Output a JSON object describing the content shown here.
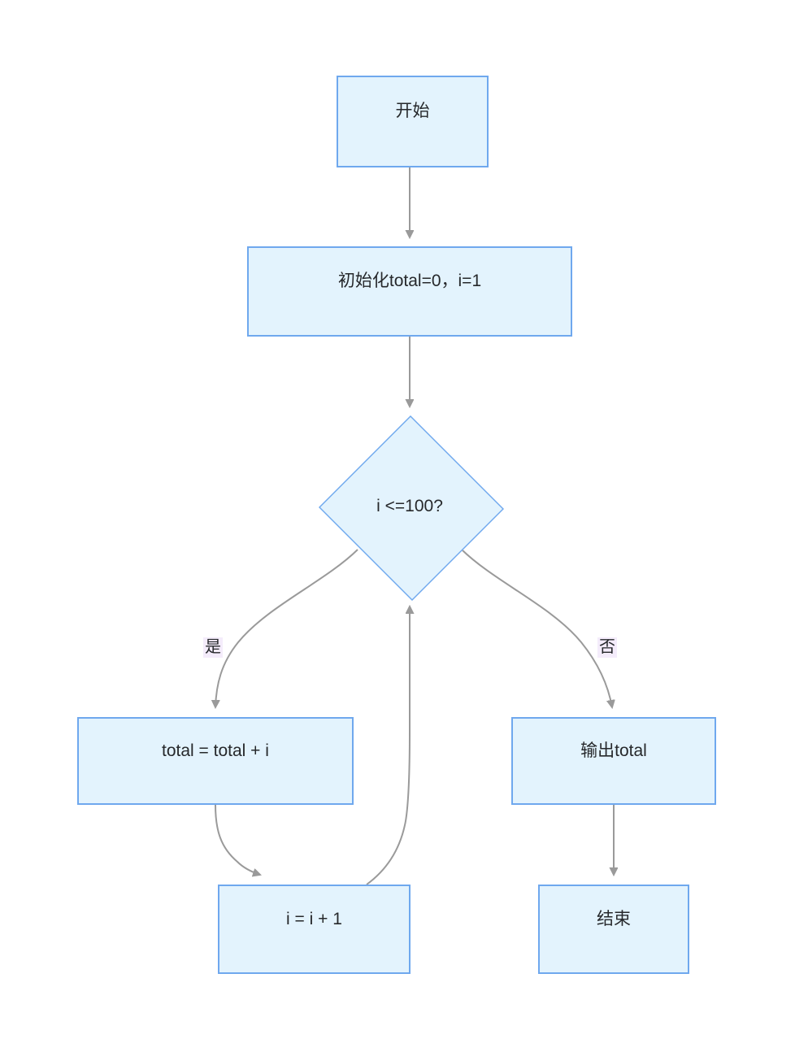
{
  "diagram": {
    "title": "",
    "type": "flowchart",
    "direction": "top-down",
    "theme": {
      "node_fill": "#e3f3fd",
      "node_stroke": "#6fa8ee",
      "edge_stroke": "#9a9a9a",
      "text_color": "#26282b",
      "edge_label_background": "#f4ecfb",
      "canvas_background": "#ffffff"
    },
    "nodes": [
      {
        "id": "start",
        "label": "开始",
        "shape": "rectangle"
      },
      {
        "id": "init",
        "label": "初始化total=0，i=1",
        "shape": "rectangle"
      },
      {
        "id": "cond",
        "label": "i <=100?",
        "shape": "diamond"
      },
      {
        "id": "accum",
        "label": "total = total + i",
        "shape": "rectangle"
      },
      {
        "id": "output",
        "label": "输出total",
        "shape": "rectangle"
      },
      {
        "id": "incr",
        "label": "i = i + 1",
        "shape": "rectangle"
      },
      {
        "id": "end",
        "label": "结束",
        "shape": "rectangle"
      }
    ],
    "edges": [
      {
        "from": "start",
        "to": "init",
        "label": ""
      },
      {
        "from": "init",
        "to": "cond",
        "label": ""
      },
      {
        "from": "cond",
        "to": "accum",
        "label": "是"
      },
      {
        "from": "cond",
        "to": "output",
        "label": "否"
      },
      {
        "from": "accum",
        "to": "incr",
        "label": ""
      },
      {
        "from": "incr",
        "to": "cond",
        "label": ""
      },
      {
        "from": "output",
        "to": "end",
        "label": ""
      }
    ],
    "edge_labels": {
      "yes": "是",
      "no": "否"
    }
  }
}
